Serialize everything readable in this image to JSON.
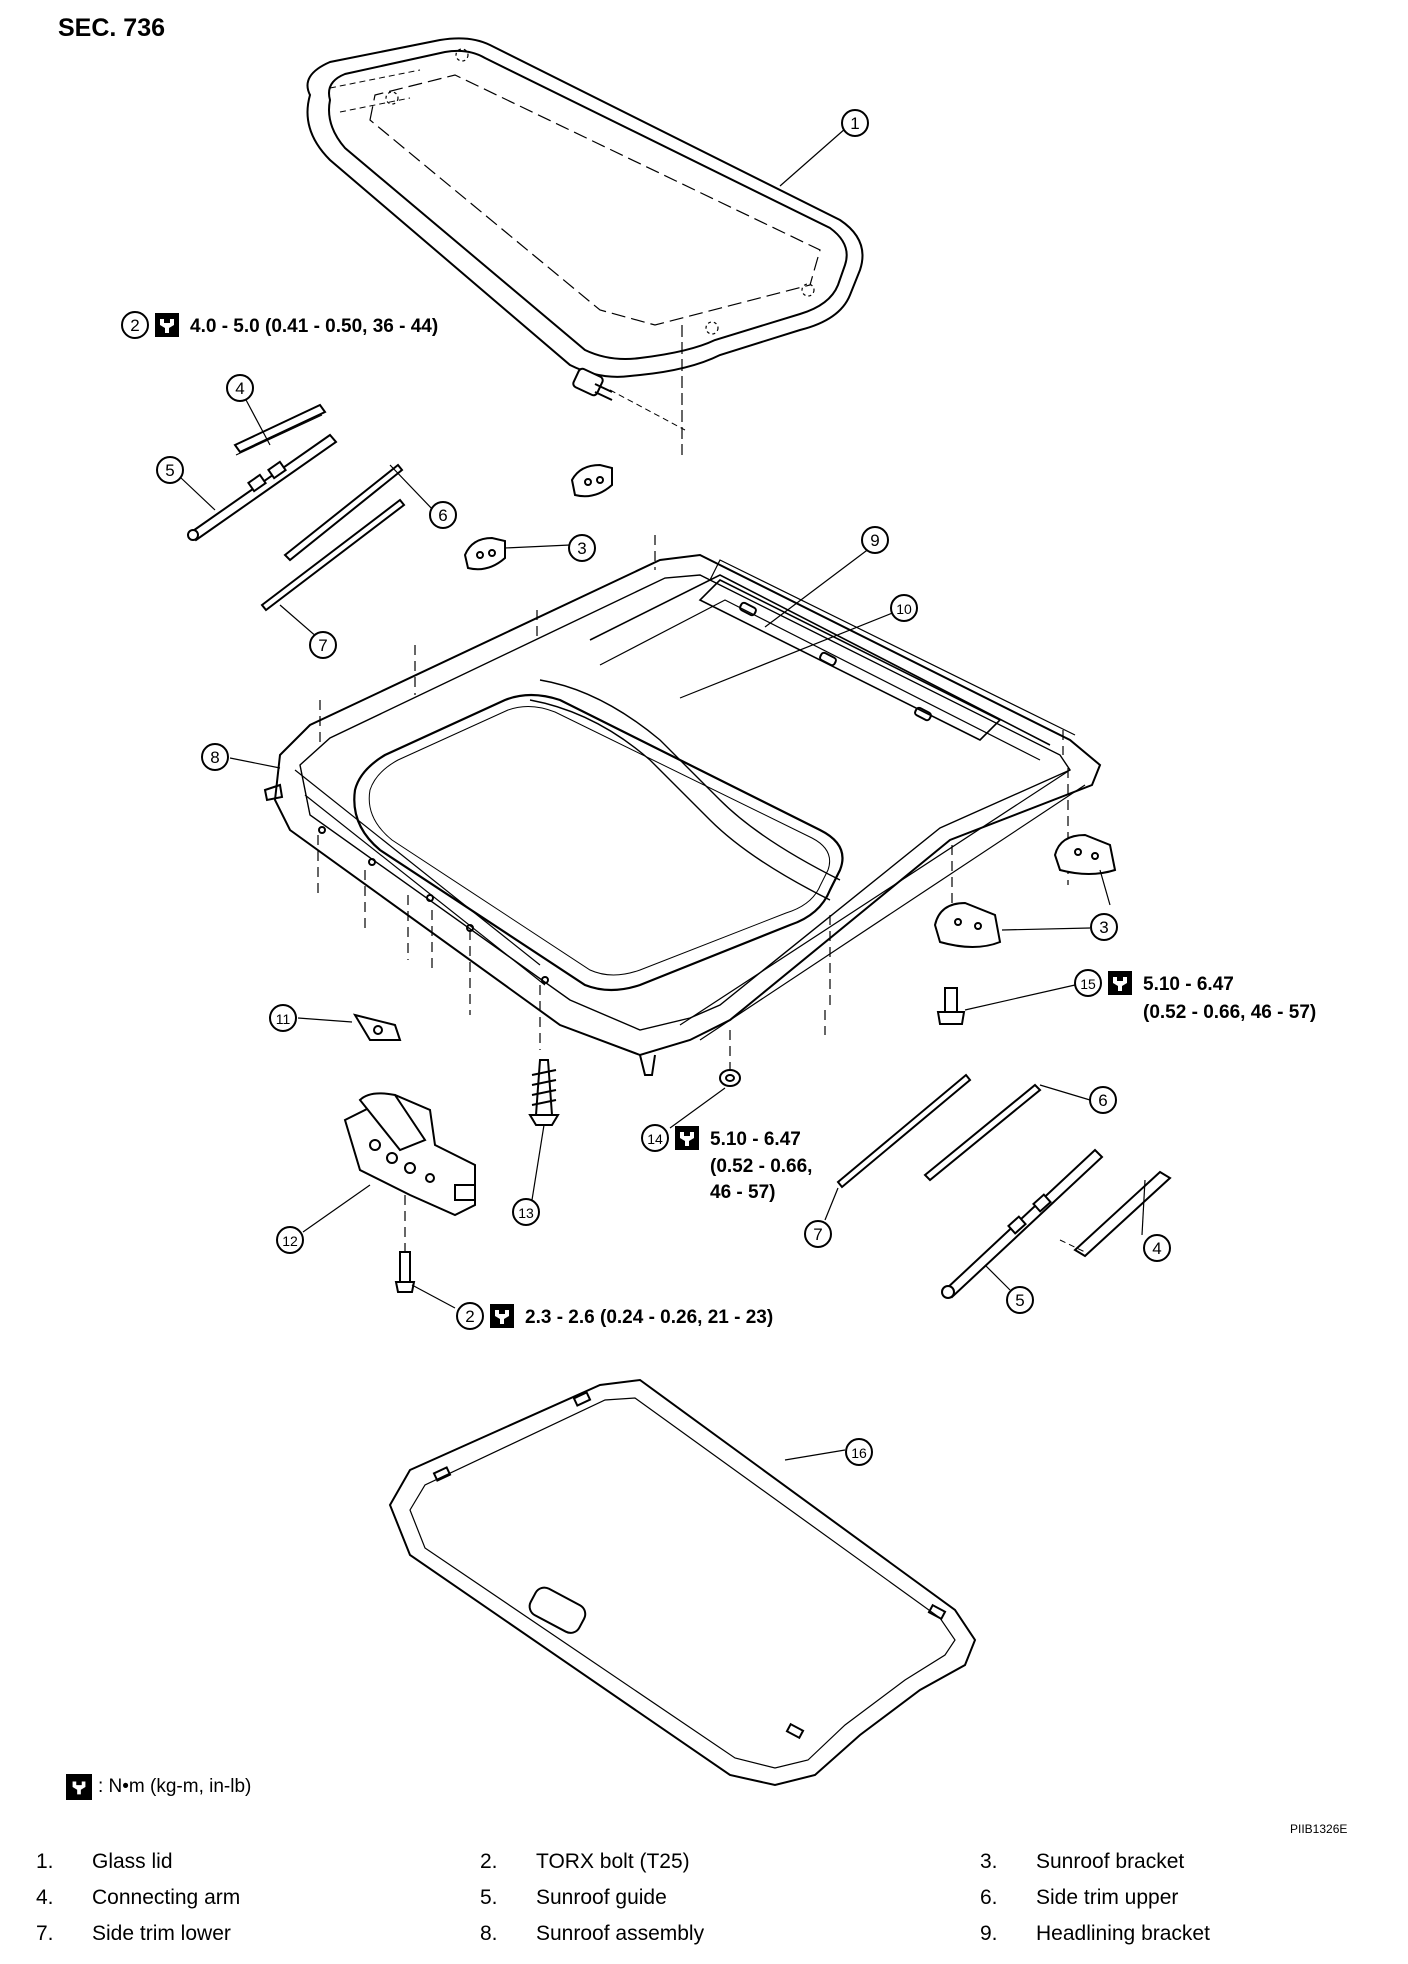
{
  "section": "SEC. 736",
  "torques": {
    "t1": "4.0 - 5.0 (0.41 - 0.50, 36 - 44)",
    "t2": "5.10 - 6.47",
    "t2b": "(0.52 - 0.66, 46 - 57)",
    "t3": "5.10 - 6.47",
    "t3b": "(0.52 - 0.66,",
    "t3c": "46 - 57)",
    "t4": "2.3 - 2.6 (0.24 - 0.26, 21 - 23)"
  },
  "callouts": {
    "c1": "1",
    "c2": "2",
    "c3": "3",
    "c4": "4",
    "c5": "5",
    "c6": "6",
    "c7": "7",
    "c8": "8",
    "c9": "9",
    "c10": "10",
    "c11": "11",
    "c12": "12",
    "c13": "13",
    "c14": "14",
    "c15": "15",
    "c16": "16"
  },
  "legend": {
    "text": ": N•m (kg-m, in-lb)"
  },
  "figure_code": "PIIB1326E",
  "parts": [
    {
      "num": "1.",
      "name": "Glass lid"
    },
    {
      "num": "2.",
      "name": "TORX bolt (T25)"
    },
    {
      "num": "3.",
      "name": "Sunroof bracket"
    },
    {
      "num": "4.",
      "name": "Connecting arm"
    },
    {
      "num": "5.",
      "name": "Sunroof guide"
    },
    {
      "num": "6.",
      "name": "Side trim upper"
    },
    {
      "num": "7.",
      "name": "Side trim lower"
    },
    {
      "num": "8.",
      "name": "Sunroof assembly"
    },
    {
      "num": "9.",
      "name": "Headlining bracket"
    }
  ]
}
